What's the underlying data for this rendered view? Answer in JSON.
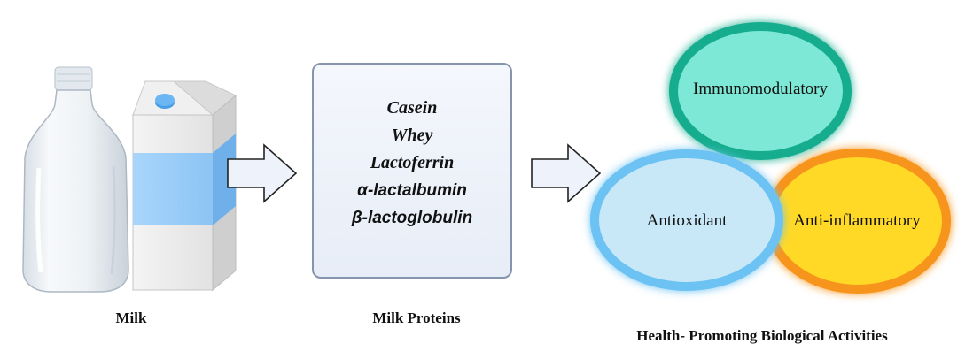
{
  "captions": {
    "milk": "Milk",
    "proteins": "Milk Proteins",
    "activities": "Health- Promoting Biological Activities"
  },
  "proteins": [
    "Casein",
    "Whey",
    "Lactoferrin",
    "α-lactalbumin",
    "β-lactoglobulin"
  ],
  "activities": {
    "immunomodulatory": "Immunomodulatory",
    "antioxidant": "Antioxidant",
    "anti_inflammatory": "Anti-inflammatory"
  },
  "colors": {
    "immuno_fill": "#7de8d6",
    "immuno_ring": "#14ad8e",
    "antiox_fill": "#c8e8f8",
    "antiox_ring": "#6cc2f2",
    "antiinf_fill": "#ffd926",
    "antiinf_ring": "#f7941d",
    "arrow_fill": "#eef3fb"
  }
}
